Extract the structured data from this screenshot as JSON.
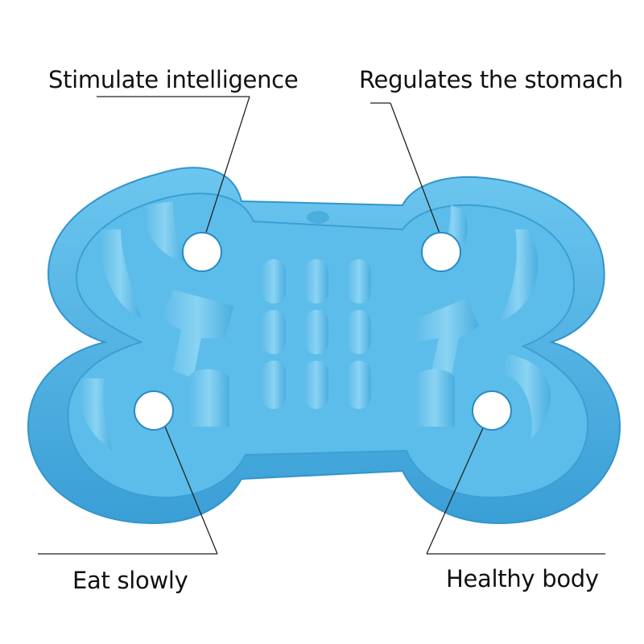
{
  "callouts": {
    "top_left": "Stimulate intelligence",
    "top_right": "Regulates the stomach",
    "bottom_left": "Eat slowly",
    "bottom_right": "Healthy body"
  },
  "product": {
    "icon": "bone-shaped-slow-feeder-bowl-icon",
    "color": "#4fb5e6"
  }
}
